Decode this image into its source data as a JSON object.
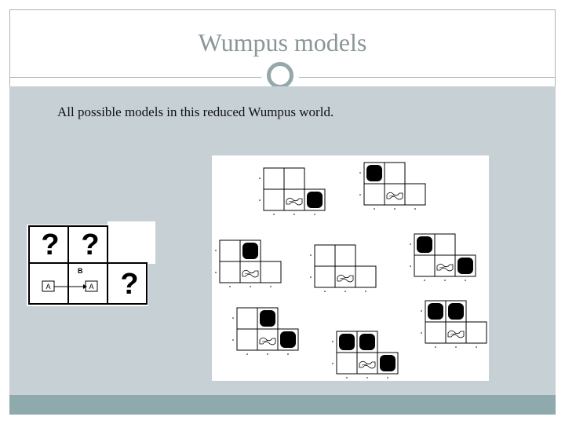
{
  "slide": {
    "title": "Wumpus models",
    "body": "All possible models in this reduced Wumpus world."
  },
  "small_grid": {
    "question_mark": "?",
    "breeze_label": "B",
    "agent_label": "A"
  },
  "colors": {
    "content_bg": "#c7d0d5",
    "accent_bar": "#8eaaad",
    "title_color": "#8a9698",
    "ring_color": "#94a8aa"
  }
}
